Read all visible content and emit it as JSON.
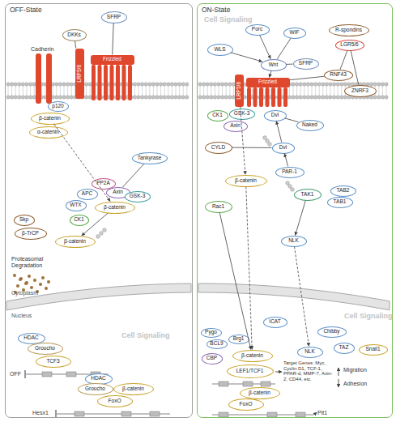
{
  "diagram": {
    "nodes": [
      {
        "text": [
          "OFF-State"
        ]
      },
      {
        "text": [
          "DKKs"
        ],
        "in": 0
      },
      {
        "text": [
          "SFRP"
        ],
        "in": 0
      },
      {
        "text": [
          "LRP5/6"
        ],
        "in": 0
      },
      {
        "text": [
          "Frizzled"
        ],
        "in": 0
      },
      {
        "text": [
          "p120"
        ],
        "in": 0
      },
      {
        "text": [
          "β-catenin"
        ],
        "in": 0
      },
      {
        "text": [
          "α-catenin"
        ],
        "in": 0
      },
      {
        "text": [
          "Tankyrase"
        ],
        "in": 0
      },
      {
        "text": [
          "PP2A"
        ],
        "in": 0
      },
      {
        "text": [
          "Axin"
        ],
        "in": 0
      },
      {
        "text": [
          "APC"
        ],
        "in": 0
      },
      {
        "text": [
          "GSK-3"
        ],
        "in": 0
      },
      {
        "text": [
          "WTX"
        ],
        "in": 0
      },
      {
        "text": [
          "β-catenin"
        ],
        "in": 0
      },
      {
        "text": [
          "CK1"
        ],
        "in": 0
      },
      {
        "text": [
          "Skp"
        ],
        "in": 0
      },
      {
        "text": [
          "β-TrCP"
        ],
        "in": 0
      },
      {
        "text": [
          "β-catenin"
        ],
        "in": 0
      },
      {
        "text": [
          "HDAC"
        ],
        "in": 0
      },
      {
        "text": [
          "Groucho"
        ],
        "in": 0
      },
      {
        "text": [
          "TCF3"
        ],
        "in": 0
      },
      {
        "text": [
          "HDAC"
        ],
        "in": 0
      },
      {
        "text": [
          "Groucho"
        ],
        "in": 0
      },
      {
        "text": [
          "β-catenin"
        ],
        "in": 0
      },
      {
        "text": [
          "FoxO"
        ],
        "in": 0
      },
      {
        "text": [
          "ON-State"
        ]
      },
      {
        "text": [
          "WLS"
        ],
        "in": 26
      },
      {
        "text": [
          "Porc"
        ],
        "in": 26
      },
      {
        "text": [
          "WIF"
        ],
        "in": 26
      },
      {
        "text": [
          "SFRP"
        ],
        "in": 26
      },
      {
        "text": [
          "Wnt"
        ],
        "in": 26
      },
      {
        "text": [
          "R-spondins"
        ],
        "in": 26
      },
      {
        "text": [
          "LGR5/6"
        ],
        "in": 26
      },
      {
        "text": [
          "RNF43"
        ],
        "in": 26
      },
      {
        "text": [
          "ZNRF3"
        ],
        "in": 26
      },
      {
        "text": [
          "LRP5/6"
        ],
        "in": 26
      },
      {
        "text": [
          "Frizzled"
        ],
        "in": 26
      },
      {
        "text": [
          "CK1"
        ],
        "in": 26
      },
      {
        "text": [
          "GSK-3"
        ],
        "in": 26
      },
      {
        "text": [
          "Axin"
        ],
        "in": 26
      },
      {
        "text": [
          "Dvl"
        ],
        "in": 26
      },
      {
        "text": [
          "Naked"
        ],
        "in": 26
      },
      {
        "text": [
          "CYLD"
        ],
        "in": 26
      },
      {
        "text": [
          "Dvl"
        ],
        "in": 26
      },
      {
        "text": [
          "β-catenin"
        ],
        "in": 26
      },
      {
        "text": [
          "PAR-1"
        ],
        "in": 26
      },
      {
        "text": [
          "TAK1"
        ],
        "in": 26
      },
      {
        "text": [
          "TAB2"
        ],
        "in": 26
      },
      {
        "text": [
          "TAB1"
        ],
        "in": 26
      },
      {
        "text": [
          "Rac1"
        ],
        "in": 26
      },
      {
        "text": [
          "NLK"
        ],
        "in": 26
      },
      {
        "text": [
          "Pygo"
        ],
        "in": 26
      },
      {
        "text": [
          "BCL9"
        ],
        "in": 26
      },
      {
        "text": [
          "Brg1"
        ],
        "in": 26
      },
      {
        "text": [
          "ICAT"
        ],
        "in": 26
      },
      {
        "text": [
          "Chibby"
        ],
        "in": 26
      },
      {
        "text": [
          "CBP"
        ],
        "in": 26
      },
      {
        "text": [
          "β-catenin"
        ],
        "in": 26
      },
      {
        "text": [
          "NLK"
        ],
        "in": 26
      },
      {
        "text": [
          "TAZ"
        ],
        "in": 26
      },
      {
        "text": [
          "Snail1"
        ],
        "in": 26
      },
      {
        "text": [
          "LEF1/TCF1"
        ],
        "in": 26
      },
      {
        "text": [
          "β-catenin"
        ],
        "in": 26
      },
      {
        "text": [
          "FoxO"
        ],
        "in": 26
      }
    ],
    "edges": [
      {
        "from": 1,
        "to": 3,
        "arrow": "none"
      },
      {
        "from": 2,
        "to": 4,
        "arrow": "none"
      },
      {
        "from": 6,
        "to": 14,
        "arrow": "to"
      },
      {
        "from": 8,
        "to": 10,
        "arrow": "none"
      },
      {
        "from": 14,
        "to": 18,
        "arrow": "to"
      },
      {
        "from": 27,
        "to": 31,
        "arrow": "to"
      },
      {
        "from": 28,
        "to": 31,
        "arrow": "to"
      },
      {
        "from": 29,
        "to": 31,
        "arrow": "none"
      },
      {
        "from": 30,
        "to": 31,
        "arrow": "none"
      },
      {
        "from": 31,
        "to": 37,
        "arrow": "to"
      },
      {
        "from": 33,
        "to": 34,
        "arrow": "none"
      },
      {
        "from": 33,
        "to": 35,
        "arrow": "none"
      },
      {
        "from": 34,
        "to": 37,
        "arrow": "none"
      },
      {
        "from": 36,
        "to": 45,
        "arrow": "to"
      },
      {
        "from": 42,
        "to": 41,
        "arrow": "none"
      },
      {
        "from": 43,
        "to": 44,
        "arrow": "none"
      },
      {
        "from": 44,
        "to": 41,
        "arrow": "to"
      },
      {
        "from": 46,
        "to": 44,
        "arrow": "to"
      },
      {
        "from": 45,
        "to": 58,
        "arrow": "to"
      },
      {
        "from": 47,
        "to": 51,
        "arrow": "to"
      },
      {
        "from": 51,
        "to": 59,
        "arrow": "to"
      },
      {
        "from": 50,
        "to": 58,
        "arrow": "to"
      }
    ],
    "labels": [
      "Cadherin",
      "Proteasomal Degradation",
      "Cytoplasm",
      "Nucleus",
      "OFF",
      "Hesx1",
      "Target Genes: Myc, Cyclin D1, TCF-1, PPAR-d, MMP-7, Axin-2, CD44, etc.",
      "Migration",
      "Adhesion",
      "Pit1",
      "Cell Signaling",
      "Cell Signaling",
      "Cell Signaling"
    ]
  }
}
